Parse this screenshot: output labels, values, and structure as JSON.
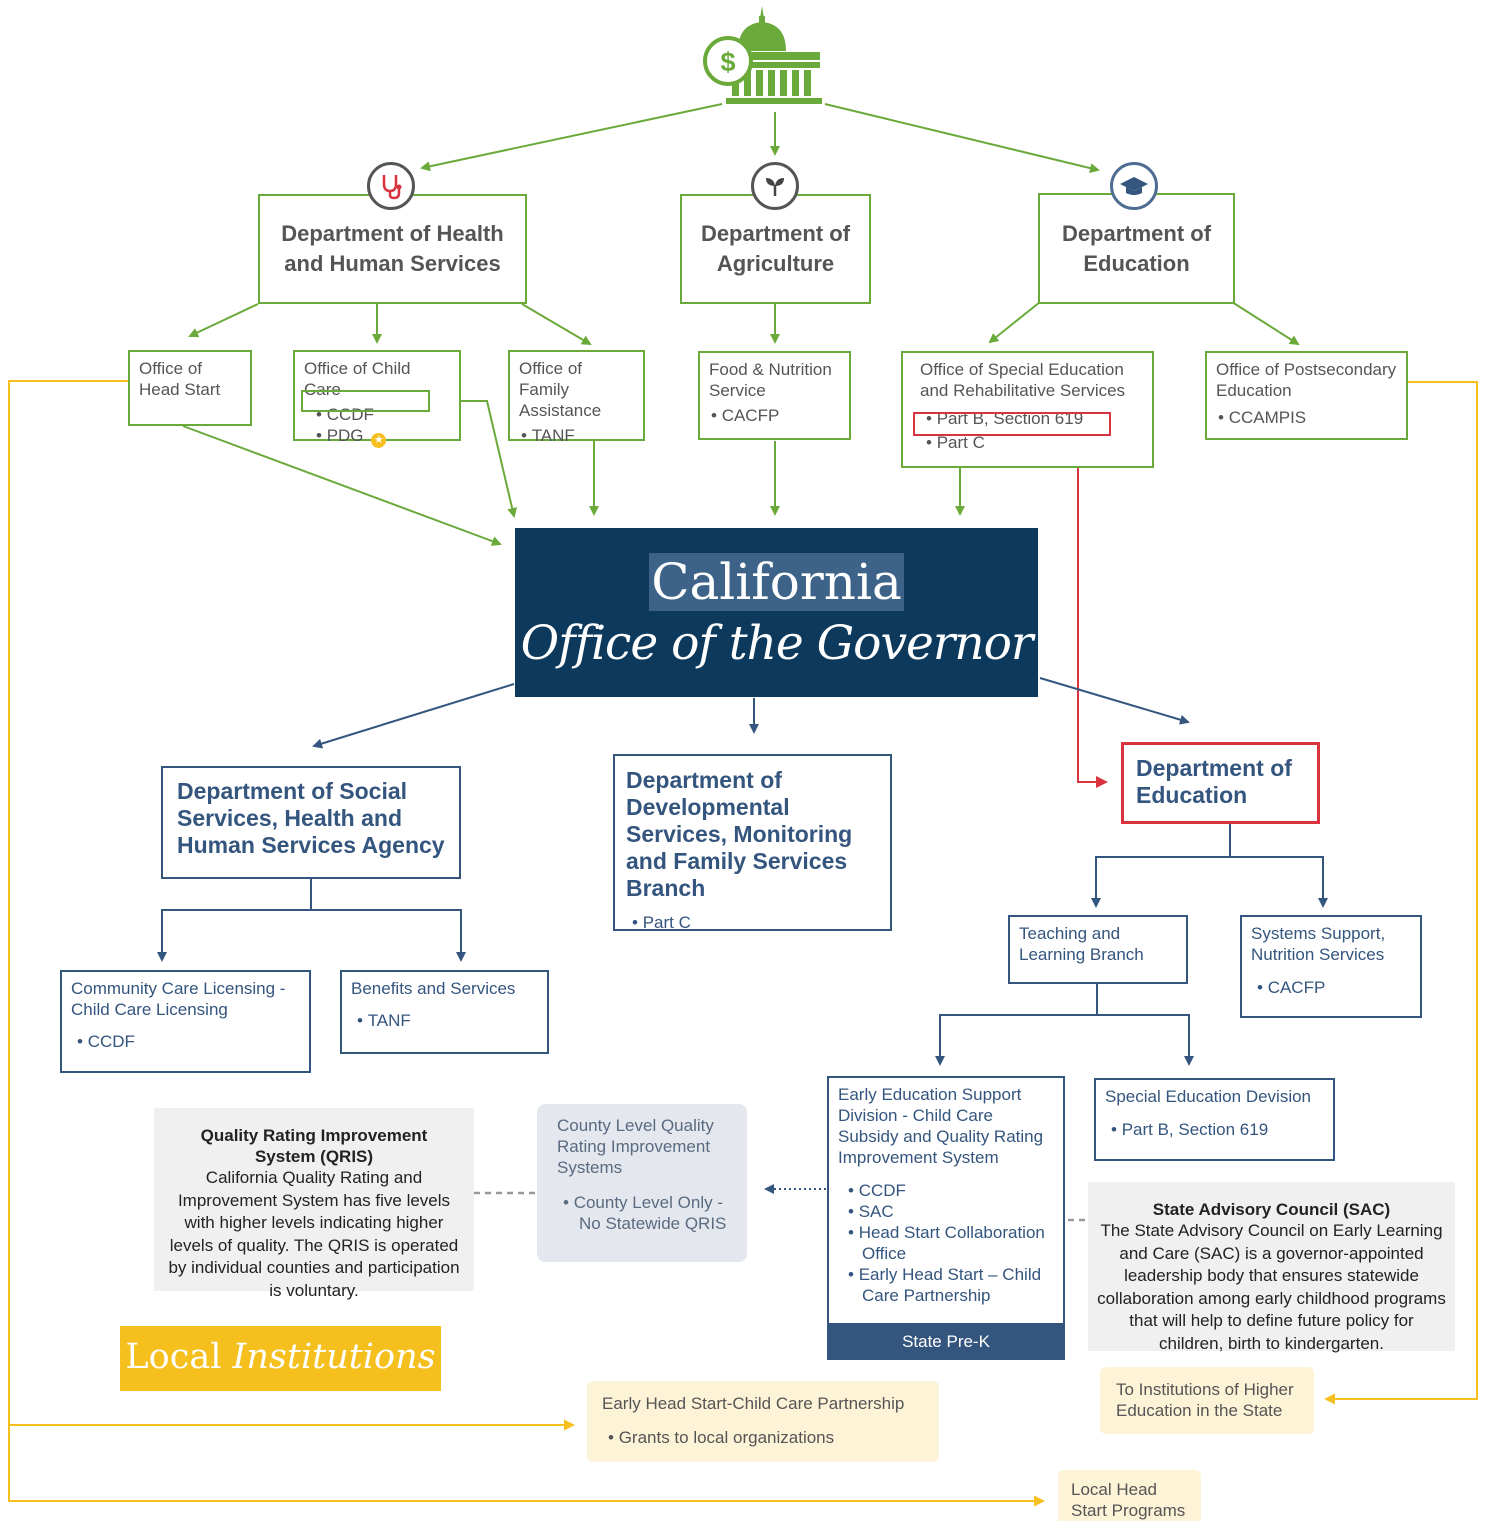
{
  "federal": {
    "hhs": {
      "title": "Department of Health and Human Services",
      "offices": {
        "head_start": {
          "title": "Office of Head Start"
        },
        "child_care": {
          "title": "Office of Child Care",
          "items": [
            "CCDF",
            "PDG"
          ]
        },
        "family": {
          "title": "Office of Family Assistance",
          "items": [
            "TANF"
          ]
        }
      }
    },
    "agriculture": {
      "title": "Department of Agriculture",
      "offices": {
        "fns": {
          "title": "Food & Nutrition Service",
          "items": [
            "CACFP"
          ]
        }
      }
    },
    "education": {
      "title": "Department of Education",
      "offices": {
        "sers": {
          "title": "Office of Special Education and Rehabilitative Services",
          "items": [
            "Part B, Section 619",
            "Part C"
          ]
        },
        "postsec": {
          "title": "Office of Postsecondary Education",
          "items": [
            "CCAMPIS"
          ]
        }
      }
    }
  },
  "governor": {
    "line1": "California",
    "line2": "Office of the Governor"
  },
  "state": {
    "dss": {
      "title": "Department of Social Services, Health and Human Services Agency",
      "ccl": {
        "title": "Community Care Licensing - Child Care Licensing",
        "items": [
          "CCDF"
        ]
      },
      "benefits": {
        "title": "Benefits and Services",
        "items": [
          "TANF"
        ]
      }
    },
    "dds": {
      "title": "Department of Developmental Services, Monitoring and Family Services Branch",
      "items": [
        "Part C"
      ]
    },
    "cde": {
      "title": "Department of Education",
      "teaching": {
        "title": "Teaching and Learning Branch"
      },
      "systems": {
        "title": "Systems Support, Nutrition Services",
        "items": [
          "CACFP"
        ]
      },
      "early_ed": {
        "title": "Early Education Support Division - Child Care Subsidy and Quality Rating Improvement System",
        "items": [
          "CCDF",
          "SAC",
          "Head Start Collaboration Office",
          "Early Head Start – Child Care Partnership"
        ],
        "footer": "State Pre-K"
      },
      "special_ed": {
        "title": "Special Education Devision",
        "items": [
          "Part B, Section 619"
        ]
      }
    }
  },
  "notes": {
    "qris": {
      "title": "Quality Rating Improvement System (QRIS)",
      "body": "California Quality Rating and Improvement System has five levels with higher levels indicating higher levels of quality. The QRIS is operated by individual counties and participation is voluntary."
    },
    "county": {
      "title": "County Level Quality Rating Improvement Systems",
      "items": [
        "County Level Only - No Statewide QRIS"
      ]
    },
    "sac": {
      "title": "State Advisory Council (SAC)",
      "body": "The State Advisory Council on Early Learning and Care (SAC) is a governor-appointed leadership body that ensures statewide collaboration among early childhood programs that will help to define future policy for children, birth to kindergarten."
    }
  },
  "local": {
    "heading": {
      "word1": "Local",
      "word2": "Institutions"
    },
    "ehs": {
      "title": "Early Head Start-Child Care Partnership",
      "items": [
        "Grants to local organizations"
      ]
    },
    "higher_ed": {
      "title": "To Institutions of Higher Education in the State"
    },
    "head_start_programs": {
      "title": "Local Head Start Programs"
    }
  },
  "colors": {
    "federal": "#6aaa3a",
    "state": "#34557e",
    "highlight": "#d9343e",
    "local": "#f5bf1d",
    "governor": "#0d3a5c"
  },
  "icons": [
    "capitol-dollar-icon",
    "stethoscope-icon",
    "sprout-icon",
    "graduation-cap-icon",
    "star-icon"
  ]
}
